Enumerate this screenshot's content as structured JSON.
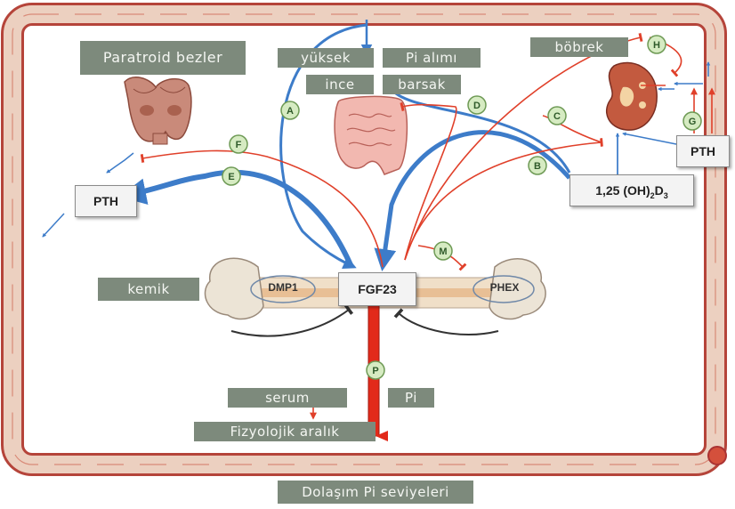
{
  "labels": {
    "paratroid": "Paratroid bezler",
    "yuksek": "yüksek",
    "pi_alimi": "Pi alımı",
    "ince": "ince",
    "barsak": "barsak",
    "bobrek": "böbrek",
    "kemik": "kemik",
    "serum": "serum",
    "pi": "Pi",
    "fizyolojik": "Fizyolojik aralık",
    "dolasim": "Dolaşım Pi seviyeleri"
  },
  "boxes": {
    "pth_left": "PTH",
    "pth_right": "PTH",
    "vitd_main": "1,25 (OH)",
    "vitd_sub1": "2",
    "vitd_d": "D",
    "vitd_sub2": "3",
    "fgf23": "FGF23",
    "dmp1": "DMP1",
    "phex": "PHEX"
  },
  "nodes": [
    "A",
    "B",
    "C",
    "D",
    "E",
    "F",
    "G",
    "H",
    "M",
    "P"
  ],
  "colors": {
    "stimulate": "#3d7cc9",
    "inhibit": "#e0402a",
    "node_fill": "#d6ebc2",
    "node_stroke": "#6e9a55",
    "label_bg": "#7d8a7c",
    "vessel": "#e8c7b4",
    "vessel_edge": "#b5443a"
  }
}
